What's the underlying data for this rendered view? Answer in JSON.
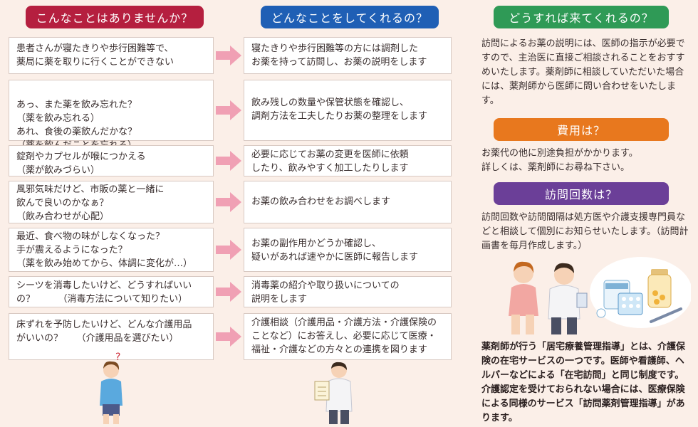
{
  "headers": {
    "col1": "こんなことはありませんか？",
    "col2": "どんなことをしてくれるの？",
    "col3": "どうすれば来てくれるの？",
    "cost": "費用は？",
    "visits": "訪問回数は？"
  },
  "rows": [
    {
      "q": "患者さんが寝たきりや歩行困難等で、\n薬局に薬を取りに行くことができない",
      "a": "寝たきりや歩行困難等の方には調剤した\nお薬を持って訪問し、お薬の説明をします"
    },
    {
      "q": "あっ、また薬を飲み忘れた？\n（薬を飲み忘れる）\nあれ、食後の薬飲んだかな？\n（薬を飲んだことを忘れる）",
      "a": "飲み残しの数量や保管状態を確認し、\n調剤方法を工夫したりお薬の整理をします"
    },
    {
      "q": "錠剤やカプセルが喉につかえる\n（薬が飲みづらい）",
      "a": "必要に応じてお薬の変更を医師に依頼\nしたり、飲みやすく加工したりします"
    },
    {
      "q": "風邪気味だけど、市販の薬と一緒に\n飲んで良いのかなぁ？\n（飲み合わせが心配）",
      "a": "お薬の飲み合わせをお調べします"
    },
    {
      "q": "最近、食べ物の味がしなくなった？\n手が震えるようになった？\n（薬を飲み始めてから、体調に変化が…）",
      "a": "お薬の副作用かどうか確認し、\n疑いがあれば速やかに医師に報告します"
    },
    {
      "q": "シーツを消毒したいけど、どうすればいい\nの？　　　（消毒方法について知りたい）",
      "a": "消毒薬の紹介や取り扱いについての\n説明をします"
    },
    {
      "q": "床ずれを予防したいけど、どんな介護用品\nがいいの？　　（介護用品を選びたい）",
      "a": "介護相談（介護用品・介護方法・介護保険の\nことなど）にお答えし、必要に応じて医療・\n福祉・介護などの方々との連携を図ります"
    }
  ],
  "how_text": "訪問によるお薬の説明には、医師の指示が必要ですので、主治医に直接ご相談されることをおすすめいたします。薬剤師に相談していただいた場合には、薬剤師から医師に問い合わせをいたします。",
  "cost_text": "お薬代の他に別途負担がかかります。\n詳しくは、薬剤師にお尋ね下さい。",
  "visits_text": "訪問回数や訪問間隔は処方医や介護支援専門員などと相談して個別にお知らせいたします。（訪問計画書を毎月作成します。）",
  "bottom_text": "薬剤師が行う「居宅療養管理指導」とは、介護保険の在宅サービスの一つです。医師や看護師、ヘルパーなどによる「在宅訪問」と同じ制度です。介護認定を受けておられない場合には、医療保険による同様のサービス「訪問薬剤管理指導」があります。",
  "colors": {
    "red": "#b51f3f",
    "blue": "#1f5fb5",
    "green": "#2f9a56",
    "orange": "#e8781e",
    "purple": "#6b3f98",
    "arrow": "#f0a0b4"
  }
}
